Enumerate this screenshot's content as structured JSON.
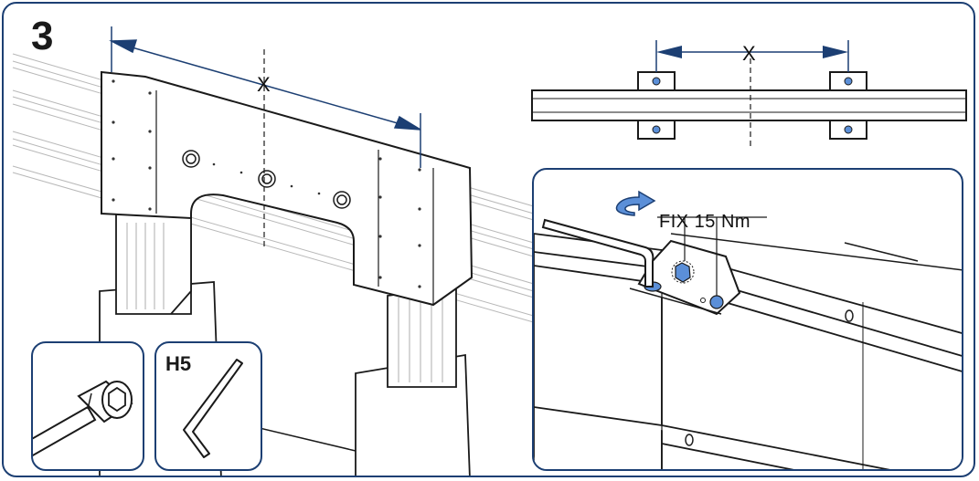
{
  "step": {
    "number": "3"
  },
  "dimension": {
    "symbol": "X"
  },
  "tool": {
    "label": "H5"
  },
  "torque": {
    "label": "FIX 15 Nm"
  },
  "colors": {
    "frame": "#1c3f73",
    "fastener": "#5b8fd8",
    "line": "#1a1a1a"
  },
  "icons": [
    "rotate-arrow-icon",
    "hex-key-icon",
    "socket-bolt-icon"
  ]
}
